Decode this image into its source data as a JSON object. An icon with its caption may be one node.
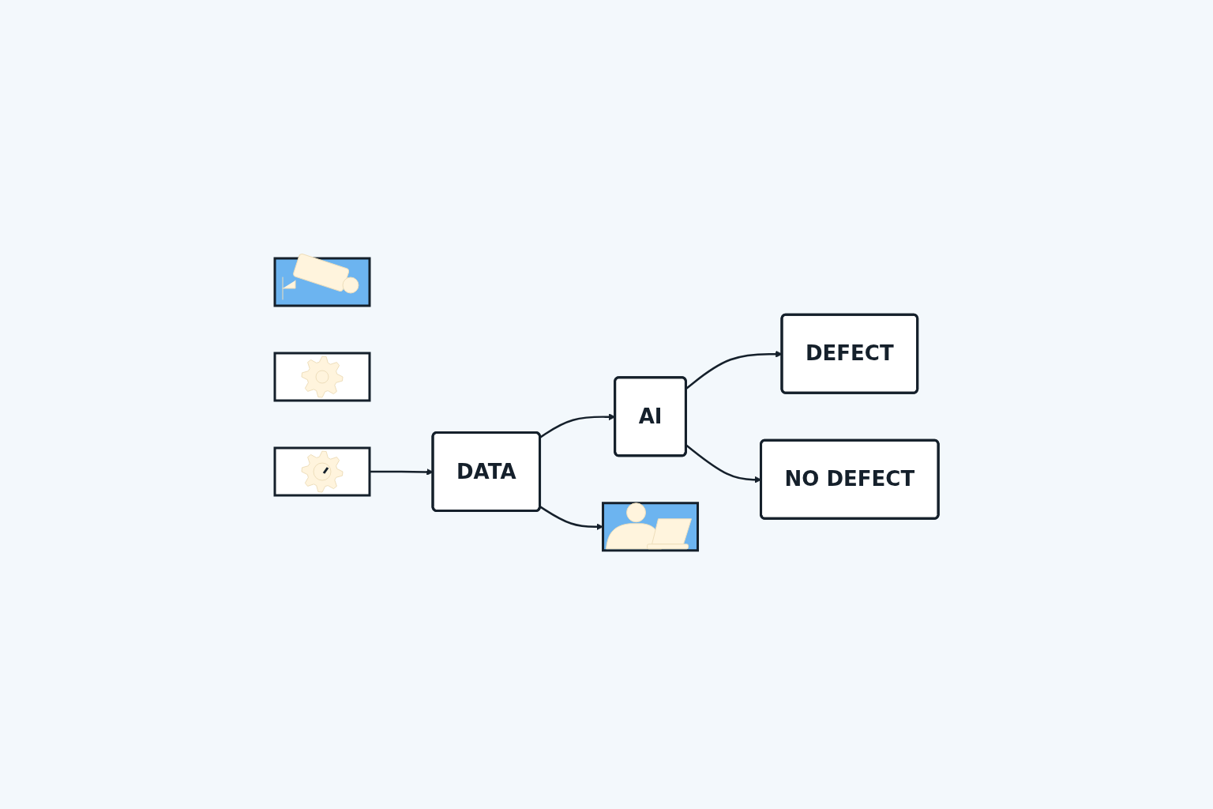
{
  "diagram": {
    "nodes": [
      {
        "text": [],
        "shape": "picture"
      },
      {
        "text": [],
        "shape": "picture"
      },
      {
        "text": [],
        "shape": "picture"
      },
      {
        "text": [
          "DATA"
        ]
      },
      {
        "text": [
          "AI"
        ]
      },
      {
        "text": [
          "DEFECT"
        ]
      },
      {
        "text": [
          "NO DEFECT"
        ]
      },
      {
        "text": [],
        "shape": "picture"
      }
    ],
    "edges": [
      {
        "from": 2,
        "to": 3,
        "arrow": "to"
      },
      {
        "from": 3,
        "to": 4,
        "arrow": "to"
      },
      {
        "from": 4,
        "to": 5,
        "arrow": "to"
      },
      {
        "from": 4,
        "to": 6,
        "arrow": "to"
      },
      {
        "from": 3,
        "to": 7,
        "arrow": "to"
      }
    ]
  }
}
